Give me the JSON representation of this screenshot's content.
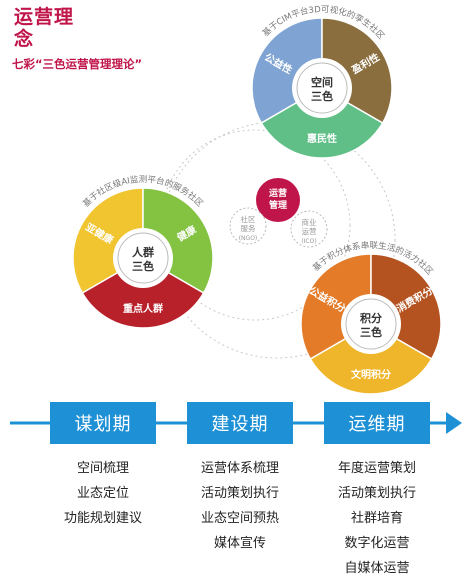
{
  "header": {
    "title": "运营理念",
    "subtitle": "七彩“三色运营管理理论”"
  },
  "center": {
    "title": "运营管理",
    "left_label": "社区服务",
    "left_sub": "(NGO)",
    "right_label": "商业运营",
    "right_sub": "(ICO)"
  },
  "top_wheel": {
    "arc_text": "基于CIM平台3D可视化的孪生社区",
    "core": "空间三色",
    "segments": [
      {
        "label": "公益性",
        "color": "#7fa3d2"
      },
      {
        "label": "盈利性",
        "color": "#8a6e3e"
      },
      {
        "label": "惠民性",
        "color": "#5fbf87"
      }
    ]
  },
  "left_wheel": {
    "arc_text": "基于社区级AI监测平台的服务社区",
    "core": "人群三色",
    "segments": [
      {
        "label": "亚健康",
        "color": "#f1c530"
      },
      {
        "label": "健康",
        "color": "#84c241"
      },
      {
        "label": "重点人群",
        "color": "#b8202a"
      }
    ]
  },
  "right_wheel": {
    "arc_text": "基于积分体系串联生活的活力社区",
    "core": "积分三色",
    "segments": [
      {
        "label": "公益积分",
        "color": "#e47b28"
      },
      {
        "label": "消费积分",
        "color": "#b55320"
      },
      {
        "label": "文明积分",
        "color": "#f0b62b"
      }
    ]
  },
  "timeline": {
    "phases": [
      {
        "label": "谋划期",
        "tasks": [
          "空间梳理",
          "业态定位",
          "功能规划建议"
        ]
      },
      {
        "label": "建设期",
        "tasks": [
          "运营体系梳理",
          "活动策划执行",
          "业态空间预热",
          "媒体宣传"
        ]
      },
      {
        "label": "运维期",
        "tasks": [
          "年度运营策划",
          "活动策划执行",
          "社群培育",
          "数字化运营",
          "自媒体运营"
        ]
      }
    ]
  }
}
